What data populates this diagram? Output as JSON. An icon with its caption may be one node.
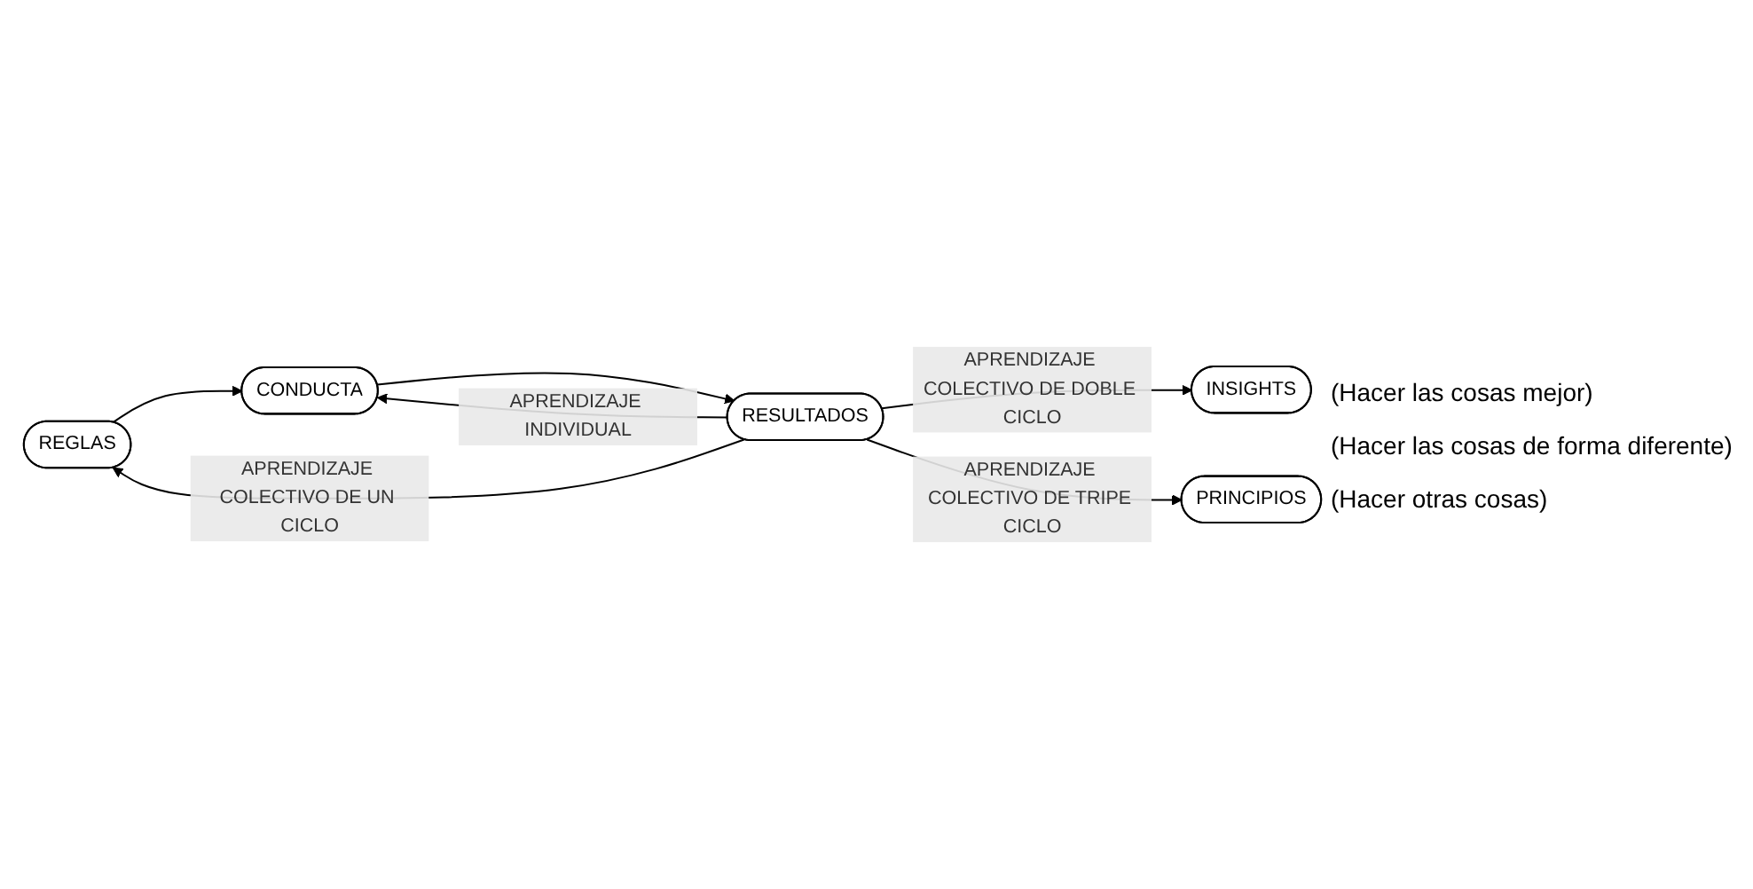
{
  "diagram": {
    "nodes": [
      {
        "text": [
          "REGLAS"
        ]
      },
      {
        "text": [
          "CONDUCTA"
        ]
      },
      {
        "text": [
          "RESULTADOS"
        ]
      },
      {
        "text": [
          "INSIGHTS"
        ]
      },
      {
        "text": [
          "PRINCIPIOS"
        ]
      }
    ],
    "edges": [
      {
        "from": 0,
        "to": 1,
        "arrow": "to"
      },
      {
        "from": 1,
        "to": 2,
        "arrow": "to"
      },
      {
        "from": 2,
        "to": 1,
        "arrow": "to",
        "label": "APRENDIZAJE INDIVIDUAL"
      },
      {
        "from": 2,
        "to": 0,
        "arrow": "to",
        "label": "APRENDIZAJE COLECTIVO DE UN CICLO"
      },
      {
        "from": 2,
        "to": 3,
        "arrow": "to",
        "label": "APRENDIZAJE COLECTIVO DE DOBLE CICLO"
      },
      {
        "from": 2,
        "to": 4,
        "arrow": "to",
        "label": "APRENDIZAJE COLECTIVO DE TRIPE CICLO"
      }
    ],
    "labels": [
      "(Hacer las cosas mejor)",
      "(Hacer las cosas de forma diferente)",
      "(Hacer otras cosas)"
    ]
  }
}
